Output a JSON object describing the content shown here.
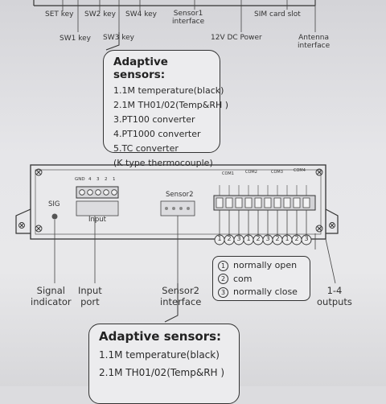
{
  "top_labels": {
    "set_key": "SET key",
    "sw2_key": "SW2 key",
    "sw4_key": "SW4 key",
    "sensor1_interface": "Sensor1\ninterface",
    "sim_card_slot": "SIM card slot",
    "sw1_key": "SW1 key",
    "sw3_key": "SW3 key",
    "dc_power": "12V DC Power",
    "antenna_interface": "Antenna\ninterface"
  },
  "callout_top": {
    "title": "Adaptive sensors:",
    "items": [
      "1.1M  temperature(black)",
      "2.1M  TH01/02(Temp&RH )",
      "3.PT100 converter",
      "4.PT1000 converter",
      "5.TC converter",
      "(K type thermocouple)"
    ]
  },
  "device": {
    "sig_label": "SIG",
    "input_label": "Input",
    "sensor2_label": "Sensor2",
    "input_pins": [
      "GND",
      "4",
      "3",
      "2",
      "1"
    ],
    "relay_groups": [
      "COM1",
      "COM2",
      "COM3",
      "COM4"
    ],
    "terminal_numbers": [
      "1",
      "2",
      "3",
      "1",
      "2",
      "3",
      "2",
      "1",
      "2",
      "3"
    ]
  },
  "legend": {
    "items": [
      {
        "num": "1",
        "text": "normally open"
      },
      {
        "num": "2",
        "text": "com"
      },
      {
        "num": "3",
        "text": "normally close"
      }
    ]
  },
  "bottom_labels": {
    "signal_indicator": "Signal\nindicator",
    "input_port": "Input\nport",
    "sensor2_interface": "Sensor2\ninterface",
    "outputs": "1-4\noutputs"
  },
  "callout_bottom": {
    "title": "Adaptive sensors:",
    "items": [
      "1.1M  temperature(black)",
      "2.1M  TH01/02(Temp&RH )"
    ]
  }
}
